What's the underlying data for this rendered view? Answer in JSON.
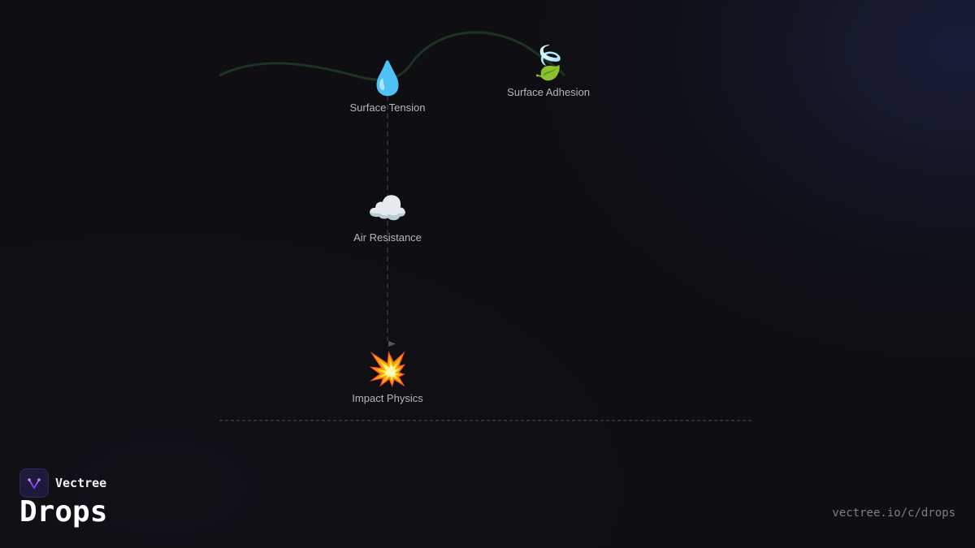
{
  "diagram": {
    "nodes": [
      {
        "id": "surface-tension",
        "icon": "water-drop-icon",
        "emoji": "💧",
        "label": "Surface Tension"
      },
      {
        "id": "surface-adhesion",
        "icon": "leaf-wind-icon",
        "emoji": "🍃",
        "label": "Surface Adhesion"
      },
      {
        "id": "air-resistance",
        "icon": "cloud-icon",
        "emoji": "☁️",
        "label": "Air Resistance"
      },
      {
        "id": "impact-physics",
        "icon": "collision-icon",
        "emoji": "💥",
        "label": "Impact Physics"
      }
    ],
    "edges": [
      {
        "from": "surface-tension",
        "to": "impact-physics",
        "style": "dashed",
        "color": "#4a4a52"
      },
      {
        "from": "surface-tension",
        "to": "surface-adhesion",
        "style": "solid-curve",
        "color": "#1f3322"
      }
    ]
  },
  "brand": {
    "name": "Vectree",
    "logo_icon": "vectree-logo-icon",
    "accent": "#a855f7"
  },
  "page_title": "Drops",
  "url": "vectree.io/c/drops"
}
